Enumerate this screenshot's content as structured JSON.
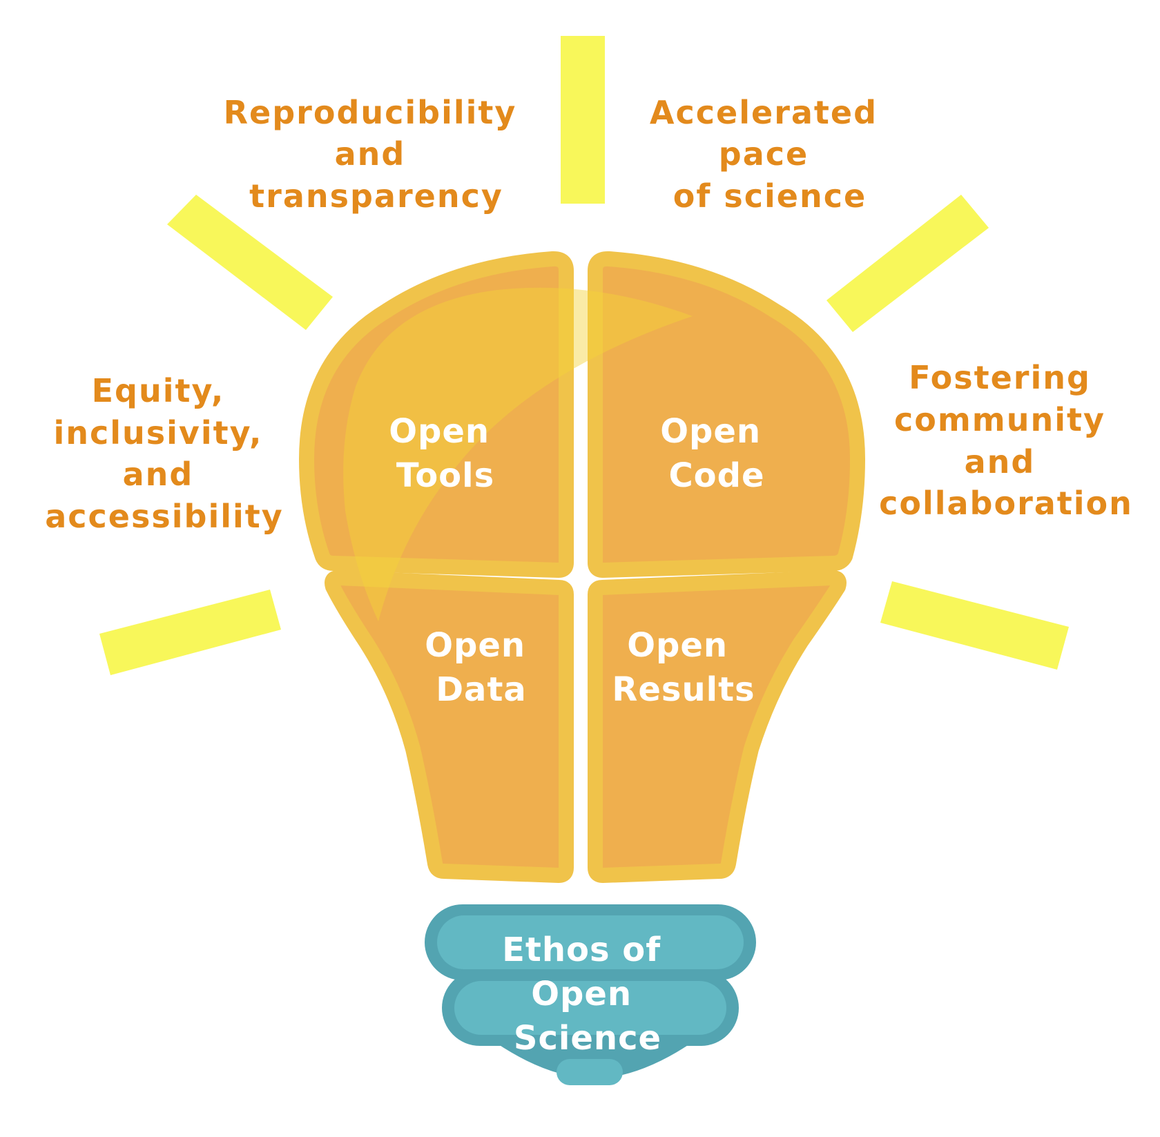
{
  "colors": {
    "background": "#ffffff",
    "ray": "#f8f75a",
    "bulb_fill": "#efaf4e",
    "bulb_outline": "#f0c34a",
    "highlight": "#f5d23a",
    "base_fill": "#62b8c3",
    "base_outline": "#53a4b1",
    "outer_text": "#e38a1c",
    "inner_text": "#ffffff"
  },
  "benefits": {
    "reproducibility": [
      "Reproducibility",
      "and",
      "transparency"
    ],
    "accelerated": [
      "Accelerated",
      "pace",
      "of science"
    ],
    "equity": [
      "Equity,",
      "inclusivity,",
      "and",
      "accessibility"
    ],
    "fostering": [
      "Fostering",
      "community",
      "and",
      "collaboration"
    ]
  },
  "pillars": {
    "tools": [
      "Open",
      "Tools"
    ],
    "code": [
      "Open",
      "Code"
    ],
    "data": [
      "Open",
      "Data"
    ],
    "results": [
      "Open",
      "Results"
    ]
  },
  "base": {
    "lines": [
      "Ethos of",
      "Open",
      "Science"
    ]
  },
  "icons": {
    "bulb": "lightbulb-icon",
    "rays": "light-ray-icon"
  }
}
